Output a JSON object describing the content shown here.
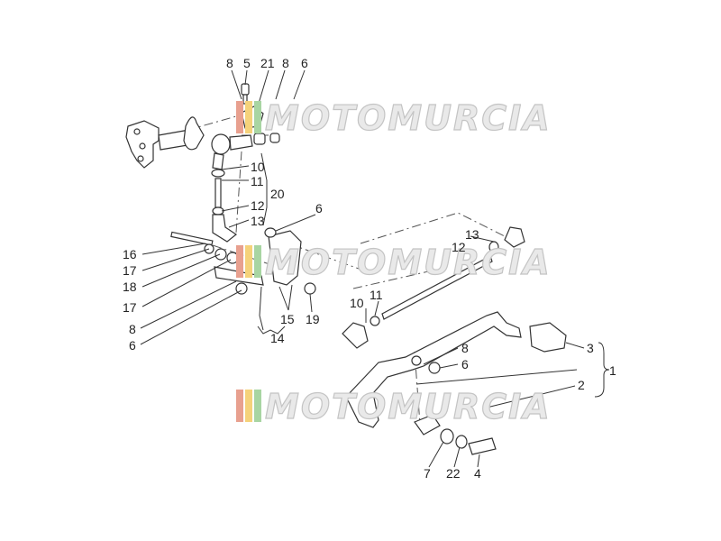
{
  "watermark": {
    "text": "MOTOMURCIA",
    "stripe_colors": [
      "#e8a08f",
      "#f5d27a",
      "#a8d5a2"
    ]
  },
  "callouts": [
    {
      "id": "c1",
      "label": "8"
    },
    {
      "id": "c2",
      "label": "5"
    },
    {
      "id": "c3",
      "label": "21"
    },
    {
      "id": "c4",
      "label": "8"
    },
    {
      "id": "c5",
      "label": "6"
    },
    {
      "id": "c6",
      "label": "10"
    },
    {
      "id": "c7",
      "label": "11"
    },
    {
      "id": "c8",
      "label": "20"
    },
    {
      "id": "c9",
      "label": "12"
    },
    {
      "id": "c10",
      "label": "13"
    },
    {
      "id": "c11",
      "label": "6"
    },
    {
      "id": "c12",
      "label": "16"
    },
    {
      "id": "c13",
      "label": "17"
    },
    {
      "id": "c14",
      "label": "18"
    },
    {
      "id": "c15",
      "label": "17"
    },
    {
      "id": "c16",
      "label": "8"
    },
    {
      "id": "c17",
      "label": "6"
    },
    {
      "id": "c18",
      "label": "15"
    },
    {
      "id": "c19",
      "label": "19"
    },
    {
      "id": "c20",
      "label": "14"
    },
    {
      "id": "c21",
      "label": "13"
    },
    {
      "id": "c22",
      "label": "12"
    },
    {
      "id": "c23",
      "label": "10"
    },
    {
      "id": "c24",
      "label": "11"
    },
    {
      "id": "c25",
      "label": "8"
    },
    {
      "id": "c26",
      "label": "6"
    },
    {
      "id": "c27",
      "label": "3"
    },
    {
      "id": "c28",
      "label": "1"
    },
    {
      "id": "c29",
      "label": "2"
    },
    {
      "id": "c30",
      "label": "7"
    },
    {
      "id": "c31",
      "label": "22"
    },
    {
      "id": "c32",
      "label": "4"
    }
  ]
}
